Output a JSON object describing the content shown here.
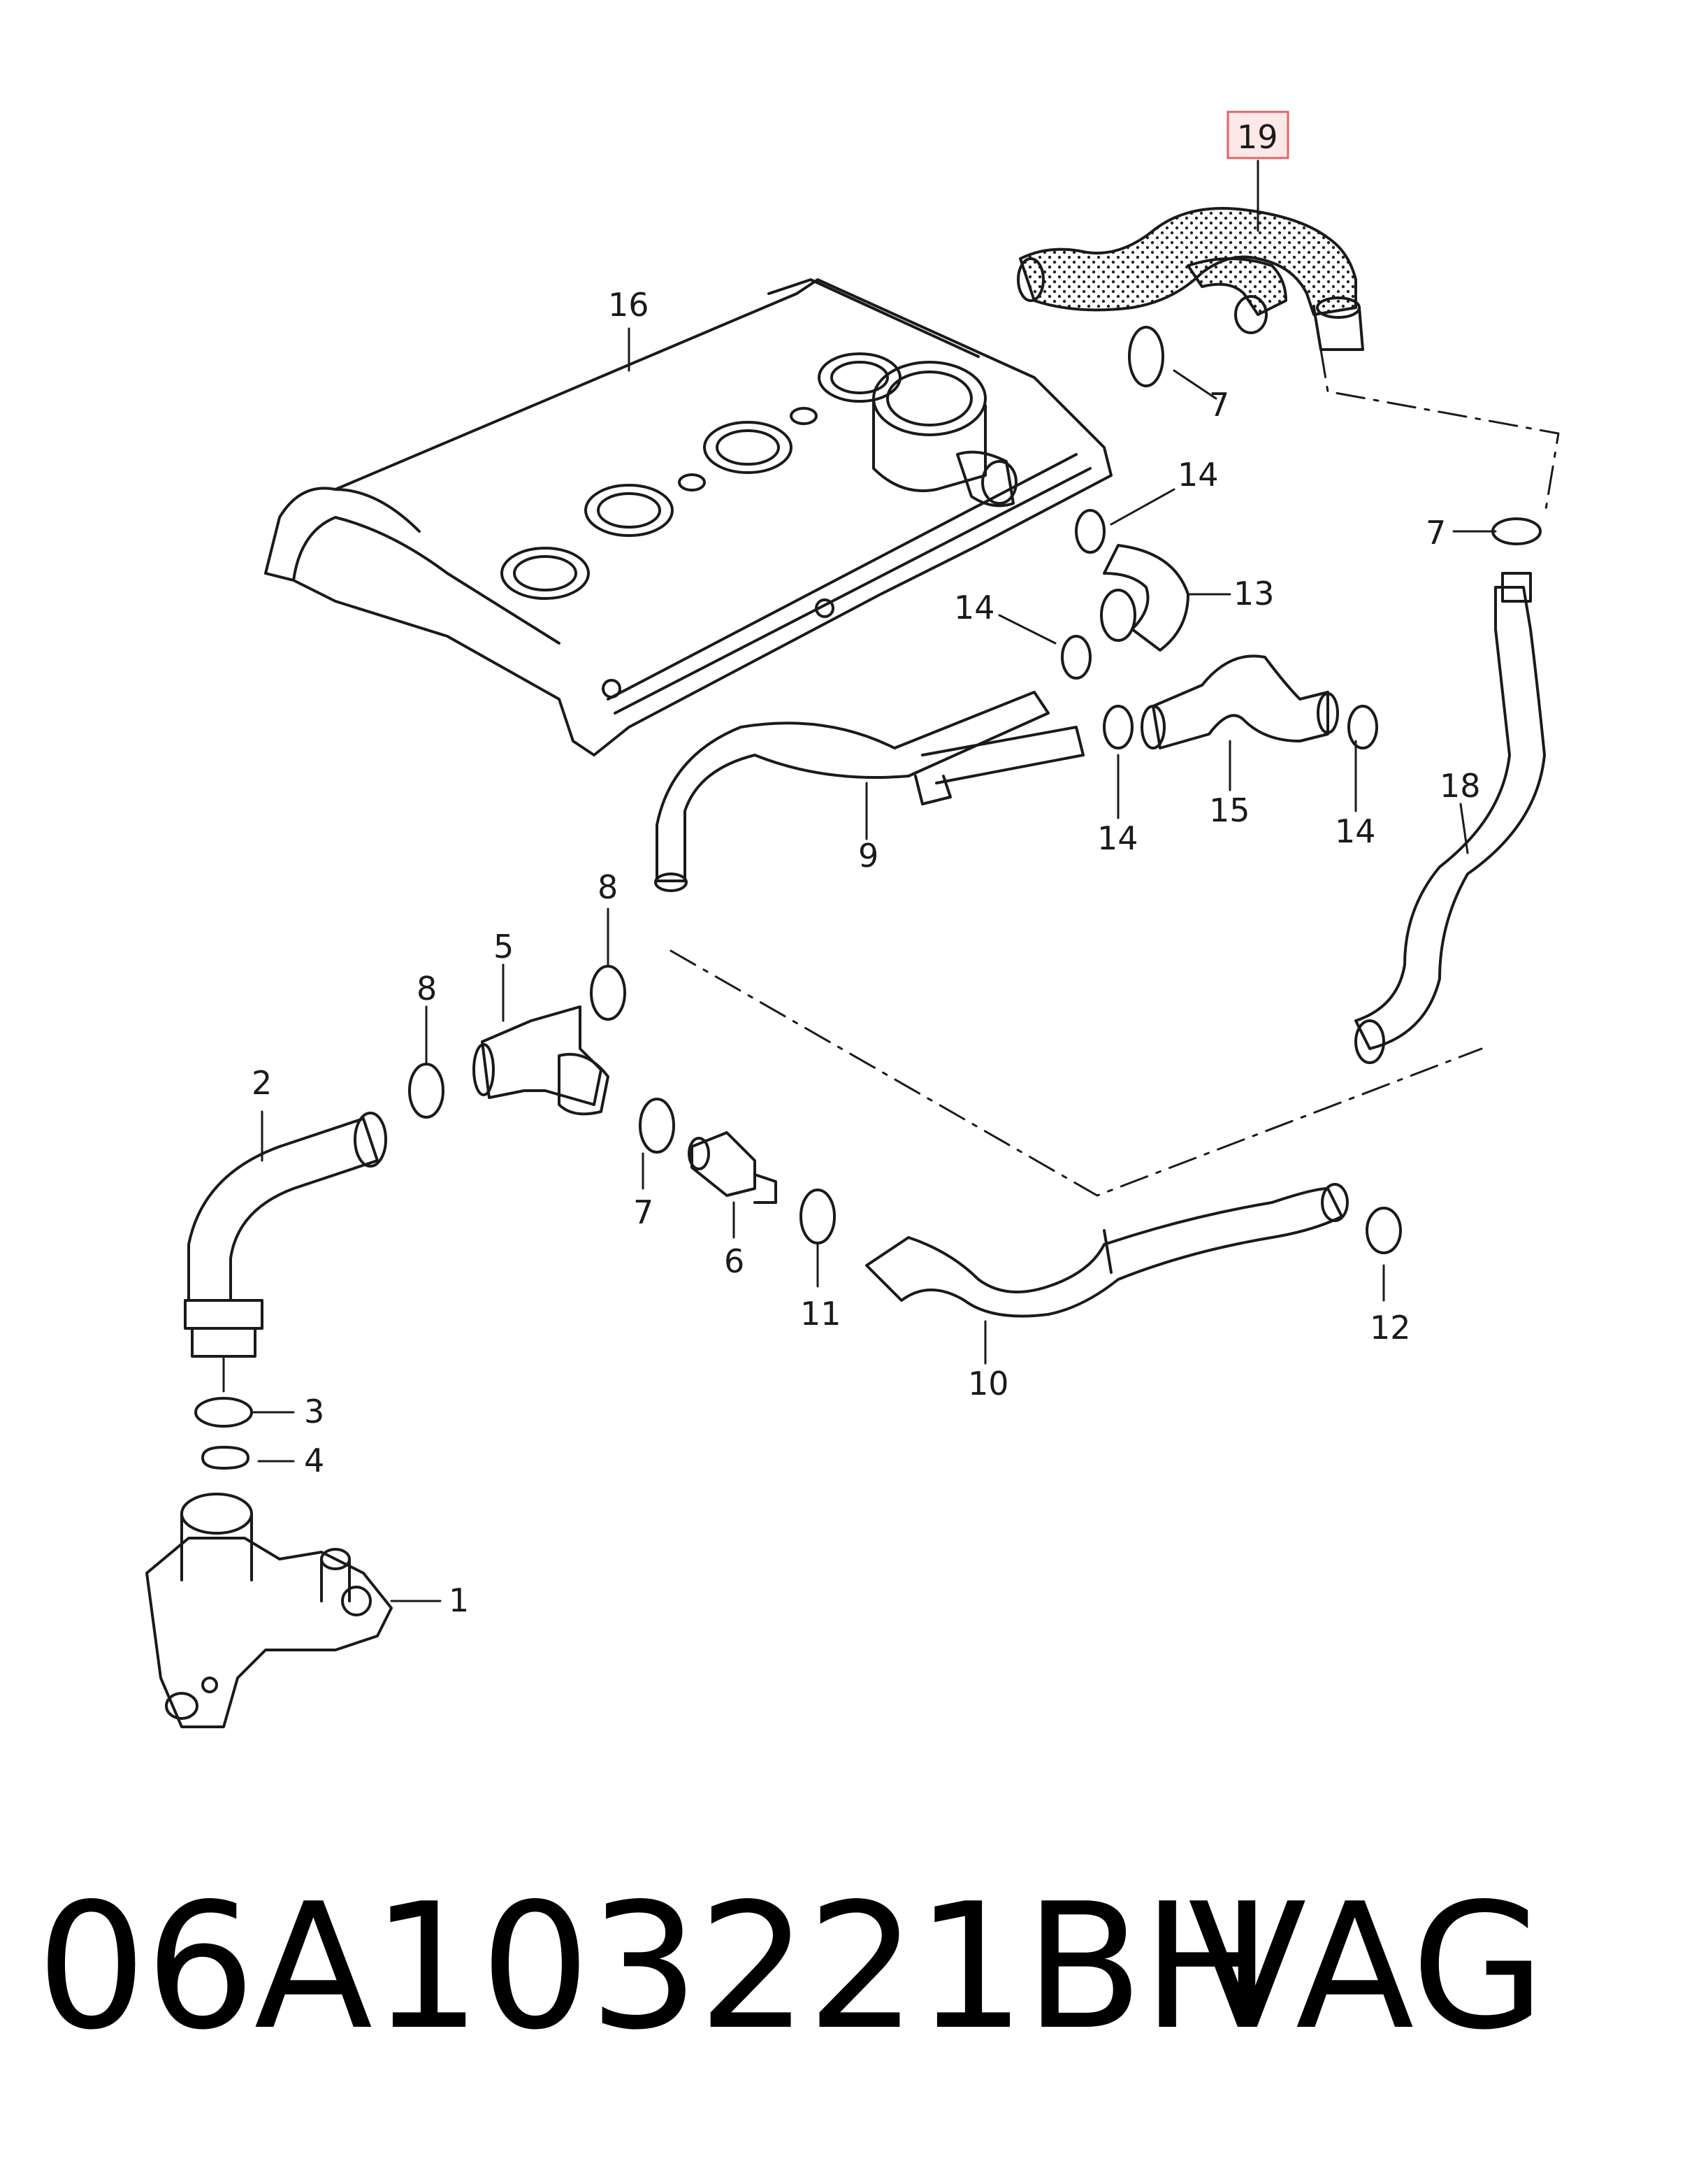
{
  "diagram": {
    "callouts": {
      "c1": "1",
      "c2": "2",
      "c3": "3",
      "c4": "4",
      "c5": "5",
      "c6": "6",
      "c7a": "7",
      "c7b": "7",
      "c7c": "7",
      "c8a": "8",
      "c8b": "8",
      "c9": "9",
      "c10": "10",
      "c11": "11",
      "c12": "12",
      "c13": "13",
      "c14a": "14",
      "c14b": "14",
      "c14c": "14",
      "c14d": "14",
      "c15": "15",
      "c16": "16",
      "c18": "18",
      "c19": "19"
    },
    "highlight_color": "#e06666",
    "highlight_fill": "#fde8e8"
  },
  "footer": {
    "part_number": "06A103221BH",
    "brand": "VAG"
  }
}
